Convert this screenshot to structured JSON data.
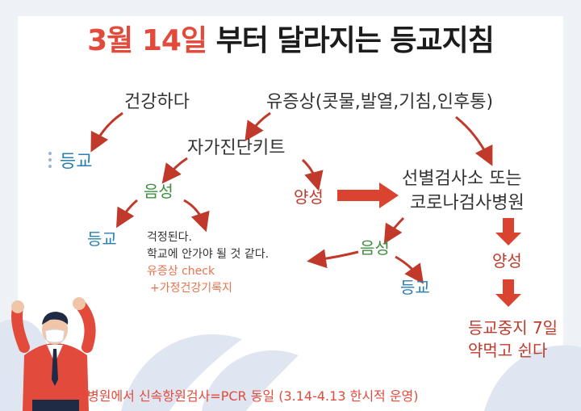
{
  "title": {
    "highlight": "3월 14일",
    "rest": "부터 달라지는 등교지침"
  },
  "nodes": {
    "healthy": "건강하다",
    "symptoms": "유증상(콧물,발열,기침,인후통)",
    "go_school_1": "등교",
    "self_test_kit": "자가진단키트",
    "negative_1": "음성",
    "positive_1": "양성",
    "screening_clinic_line1": "선별검사소  또는",
    "screening_clinic_line2": "코로나검사병원",
    "go_school_2": "등교",
    "worry_line1": "걱정된다.",
    "worry_line2": "학교에 안가야 될 것 같다.",
    "worry_line3": "유증상 check",
    "worry_line4": "+가정건강기록지",
    "negative_2": "음성",
    "go_school_3": "등교",
    "positive_2": "양성",
    "stop_line1": "등교중지 7일",
    "stop_line2": "약먹고 쉰다"
  },
  "footer": "병원에서 신속항원검사=PCR 동일 (3.14-4.13 한시적 운영)",
  "colors": {
    "title_red": "#e24a3b",
    "arrow_red": "#c0392b",
    "big_arrow": "#d9432f",
    "negative_green": "#3f8f3f",
    "school_blue": "#2a7fb0",
    "positive_red": "#c0392b"
  },
  "icons": [
    "cheering-person-illustration",
    "leaf-decoration"
  ]
}
